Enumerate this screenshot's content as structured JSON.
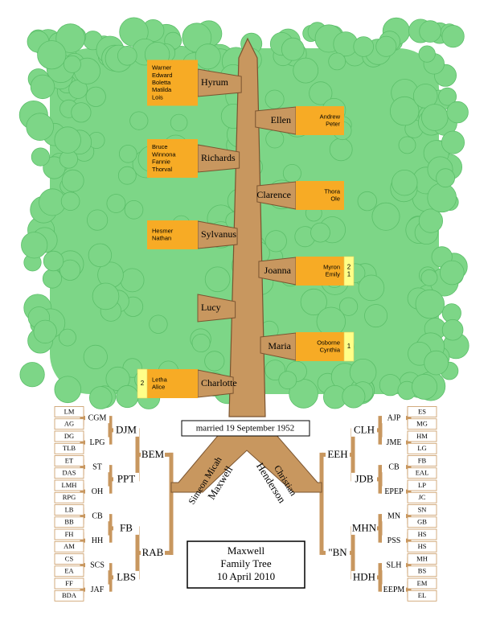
{
  "colors": {
    "foliage": "#7dd687",
    "foliage_edge": "#5cbf6a",
    "trunk": "#c8975f",
    "trunk_edge": "#7a5430",
    "child_box": "#f7ab25",
    "count_box": "#ffff88",
    "box_border": "#000000",
    "bracket": "#c8975f"
  },
  "left_children": [
    {
      "name": "Hyrum",
      "kids": [
        "Warner",
        "Edward",
        "Boletta",
        "Matilda",
        "Lois"
      ],
      "count": []
    },
    {
      "name": "Richards",
      "kids": [
        "Bruce",
        "Winnona",
        "Fannie",
        "Thorval"
      ],
      "count": []
    },
    {
      "name": "Sylvanus",
      "kids": [
        "Hesmer",
        "Nathan"
      ],
      "count": []
    },
    {
      "name": "Lucy",
      "kids": [],
      "count": []
    },
    {
      "name": "Charlotte",
      "kids": [
        "Letha",
        "Alice"
      ],
      "count": [
        "2"
      ]
    }
  ],
  "right_children": [
    {
      "name": "Ellen",
      "kids": [
        "Andrew",
        "Peter"
      ],
      "count": []
    },
    {
      "name": "Clarence",
      "kids": [
        "Thora",
        "Ole"
      ],
      "count": []
    },
    {
      "name": "Joanna",
      "kids": [
        "Myron",
        "Emily"
      ],
      "count": [
        "2",
        "1"
      ]
    },
    {
      "name": "Maria",
      "kids": [
        "Osborne",
        "Cynthia"
      ],
      "count": [
        "1"
      ]
    }
  ],
  "marriage": "married  19 September 1952",
  "husband": {
    "given": "Simeon Micah",
    "surname": "Maxwell"
  },
  "wife": {
    "given": "Christian",
    "surname": "Henderson"
  },
  "title_box": {
    "line1": "Maxwell",
    "line2": "Family Tree",
    "line3": "10 April 2010"
  },
  "left_ancestors": {
    "parents": [
      "BEM",
      "RAB"
    ],
    "grandparents": [
      "DJM",
      "PPT",
      "FB",
      "LBS"
    ],
    "great": [
      "CGM",
      "LPG",
      "ST",
      "OH",
      "CB",
      "HH",
      "SCS",
      "JAF"
    ],
    "great2": [
      "LM",
      "AG",
      "DG",
      "TLB",
      "ET",
      "DAS",
      "LMH",
      "RPG",
      "LB",
      "BB",
      "FH",
      "AM",
      "CS",
      "EA",
      "FF",
      "BDA"
    ]
  },
  "right_ancestors": {
    "parents": [
      "EEH",
      "\"BN"
    ],
    "grandparents": [
      "CLH",
      "JDB",
      "MHN",
      "HDH"
    ],
    "great": [
      "AJP",
      "JME",
      "CB",
      "EPEP",
      "MN",
      "PSS",
      "SLH",
      "EEPM"
    ],
    "great2": [
      "ES",
      "MG",
      "HM",
      "LG",
      "FB",
      "EAL",
      "LP",
      "JC",
      "SN",
      "GB",
      "HS",
      "HS",
      "MH",
      "BS",
      "EM",
      "EL"
    ]
  }
}
